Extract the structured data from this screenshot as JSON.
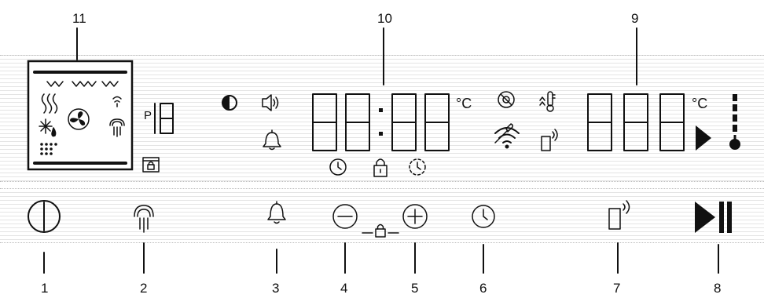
{
  "callouts": {
    "c1": "1",
    "c2": "2",
    "c3": "3",
    "c4": "4",
    "c5": "5",
    "c6": "6",
    "c7": "7",
    "c8": "8",
    "c9": "9",
    "c10": "10",
    "c11": "11"
  },
  "display": {
    "program_prefix": "P",
    "time_unit": "°C",
    "temp_unit": "°C"
  },
  "colors": {
    "ink": "#111111",
    "dots": "#e4e4e4"
  }
}
